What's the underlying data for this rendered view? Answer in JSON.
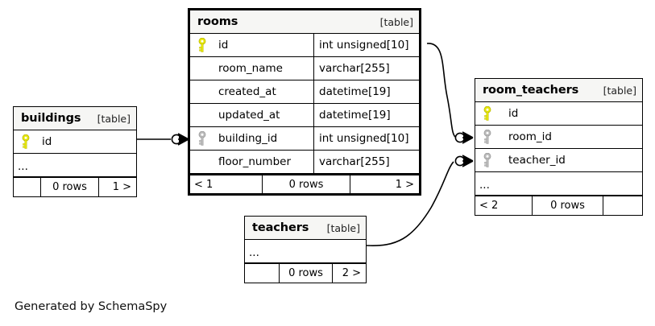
{
  "diagram": {
    "caption": "Generated by SchemaSpy",
    "table_tag": "[table]",
    "ellipsis": "...",
    "colors": {
      "primary_key": "#e8e80d",
      "foreign_key": "#bbbbbb",
      "header_bg": "#f6f6f4",
      "border": "#000000",
      "background": "#ffffff"
    },
    "tables": [
      {
        "id": "buildings",
        "name": "buildings",
        "tag": "[table]",
        "emphasis": false,
        "fields": [
          {
            "name": "id",
            "type": "",
            "key": "primary"
          }
        ],
        "has_ellipsis_row": true,
        "footer": {
          "left": "",
          "center": "0 rows",
          "right": "1 >"
        }
      },
      {
        "id": "rooms",
        "name": "rooms",
        "tag": "[table]",
        "emphasis": true,
        "fields": [
          {
            "name": "id",
            "type": "int unsigned[10]",
            "key": "primary"
          },
          {
            "name": "room_name",
            "type": "varchar[255]",
            "key": "none"
          },
          {
            "name": "created_at",
            "type": "datetime[19]",
            "key": "none"
          },
          {
            "name": "updated_at",
            "type": "datetime[19]",
            "key": "none"
          },
          {
            "name": "building_id",
            "type": "int unsigned[10]",
            "key": "foreign"
          },
          {
            "name": "floor_number",
            "type": "varchar[255]",
            "key": "none"
          }
        ],
        "has_ellipsis_row": false,
        "footer": {
          "left": "< 1",
          "center": "0 rows",
          "right": "1 >"
        }
      },
      {
        "id": "room_teachers",
        "name": "room_teachers",
        "tag": "[table]",
        "emphasis": false,
        "fields": [
          {
            "name": "id",
            "type": "",
            "key": "primary"
          },
          {
            "name": "room_id",
            "type": "",
            "key": "foreign"
          },
          {
            "name": "teacher_id",
            "type": "",
            "key": "foreign"
          }
        ],
        "has_ellipsis_row": true,
        "footer": {
          "left": "< 2",
          "center": "0 rows",
          "right": ""
        }
      },
      {
        "id": "teachers",
        "name": "teachers",
        "tag": "[table]",
        "emphasis": false,
        "fields": [],
        "has_ellipsis_row": true,
        "footer": {
          "left": "",
          "center": "0 rows",
          "right": "2 >"
        }
      }
    ],
    "relationships": [
      {
        "from": "buildings.id",
        "to": "rooms.building_id"
      },
      {
        "from": "rooms.id",
        "to": "room_teachers.room_id"
      },
      {
        "from": "teachers",
        "to": "room_teachers.teacher_id"
      }
    ]
  }
}
